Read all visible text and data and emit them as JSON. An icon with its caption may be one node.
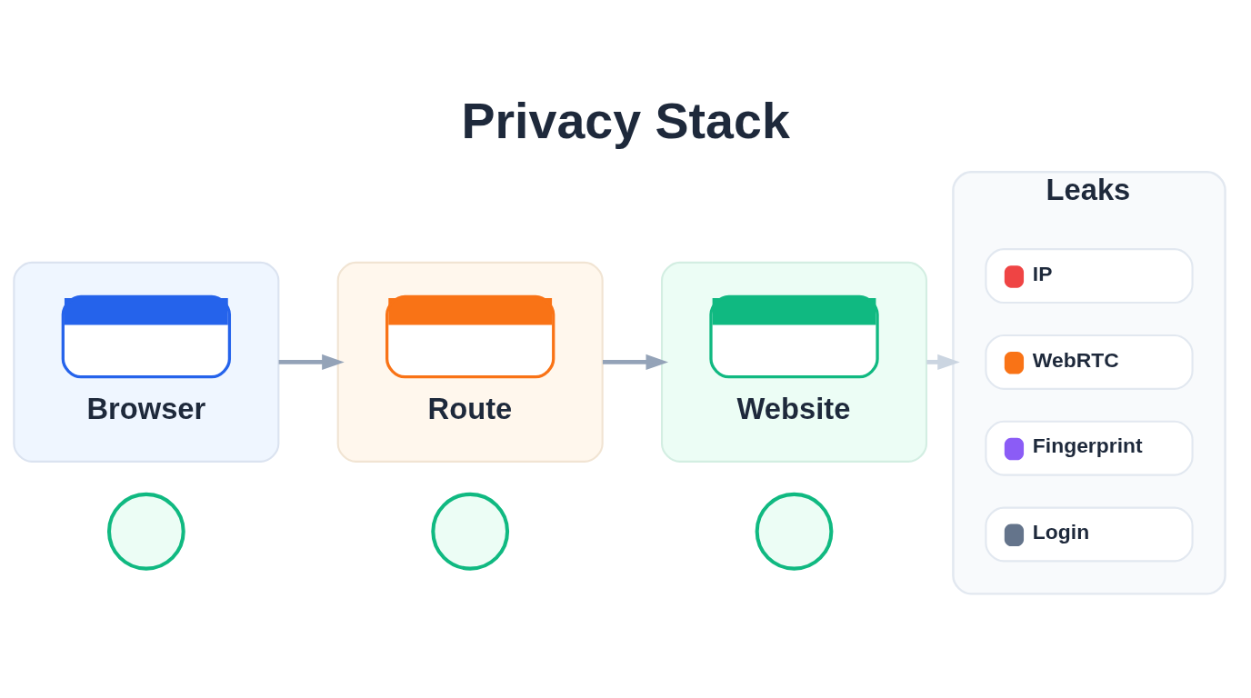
{
  "diagram": {
    "title": "Privacy Stack",
    "nodes": [
      {
        "text": [
          "Browser"
        ]
      },
      {
        "text": [
          "Route"
        ]
      },
      {
        "text": [
          "Website"
        ]
      },
      {
        "text": [
          "Leaks"
        ]
      },
      {
        "text": [
          "IP"
        ],
        "in": 3
      },
      {
        "text": [
          "WebRTC"
        ],
        "in": 3
      },
      {
        "text": [
          "Fingerprint"
        ],
        "in": 3
      },
      {
        "text": [
          "Login"
        ],
        "in": 3
      },
      {
        "text": [],
        "shape": "circle"
      },
      {
        "text": [],
        "shape": "circle"
      },
      {
        "text": [],
        "shape": "circle"
      }
    ],
    "edges": [
      {
        "from": 0,
        "to": 1,
        "arrow": "to"
      },
      {
        "from": 1,
        "to": 2,
        "arrow": "to"
      },
      {
        "from": 2,
        "to": 3,
        "arrow": "to",
        "color": "#cbd5e1"
      }
    ]
  }
}
